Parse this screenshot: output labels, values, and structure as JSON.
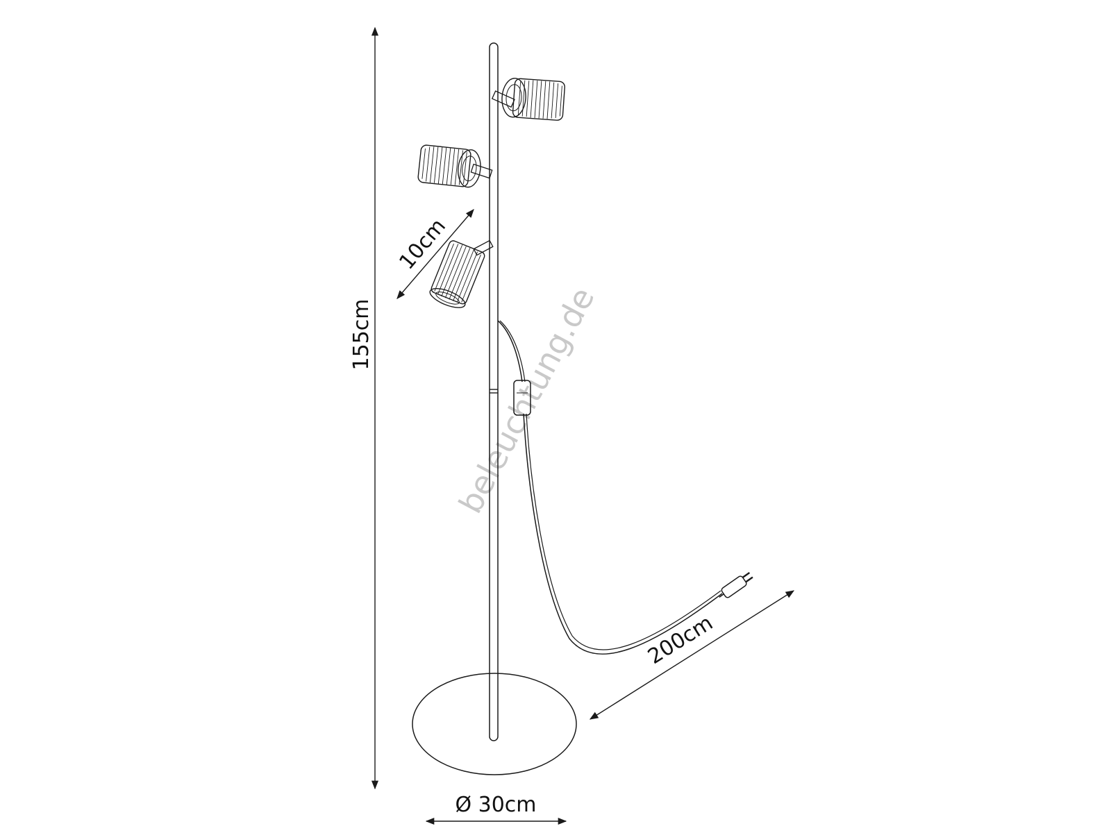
{
  "dimensions": {
    "height_label": "155cm",
    "shade_label": "10cm",
    "cable_label": "200cm",
    "base_label": "Ø 30cm"
  },
  "watermark": "beleuchtung.de",
  "colors": {
    "line": "#1a1a1a",
    "watermark": "#c9c9c9",
    "background": "#ffffff"
  }
}
